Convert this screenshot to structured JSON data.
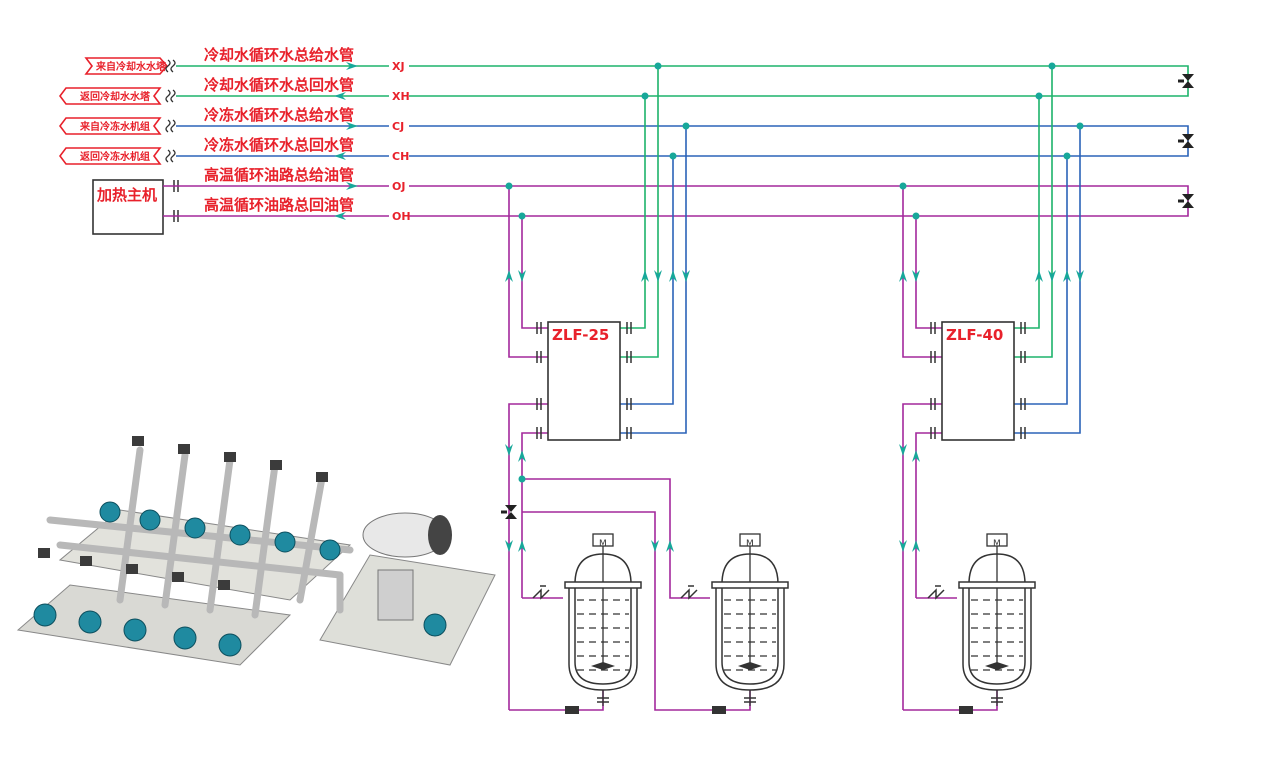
{
  "colors": {
    "cooling_water": "#1db36b",
    "chilled_water": "#2b63b8",
    "hot_oil": "#a3289c",
    "text": "#e8212b",
    "arrow": "#17a89a"
  },
  "sources": [
    {
      "label": "来自冷却水水塔",
      "direction": "in"
    },
    {
      "label": "返回冷却水水塔",
      "direction": "out"
    },
    {
      "label": "来自冷冻水机组",
      "direction": "in"
    },
    {
      "label": "返回冷冻水机组",
      "direction": "out"
    }
  ],
  "heater": {
    "label": "加热主机"
  },
  "pipes": [
    {
      "name": "冷却水循环水总给水管",
      "code": "XJ",
      "color": "green"
    },
    {
      "name": "冷却水循环水总回水管",
      "code": "XH",
      "color": "green"
    },
    {
      "name": "冷冻水循环水总给水管",
      "code": "CJ",
      "color": "blue"
    },
    {
      "name": "冷冻水循环水总回水管",
      "code": "CH",
      "color": "blue"
    },
    {
      "name": "高温循环油路总给油管",
      "code": "OJ",
      "color": "purple"
    },
    {
      "name": "高温循环油路总回油管",
      "code": "OH",
      "color": "purple"
    }
  ],
  "units": [
    {
      "label": "ZLF-25"
    },
    {
      "label": "ZLF-40"
    }
  ],
  "reactor_motor_label": "M"
}
